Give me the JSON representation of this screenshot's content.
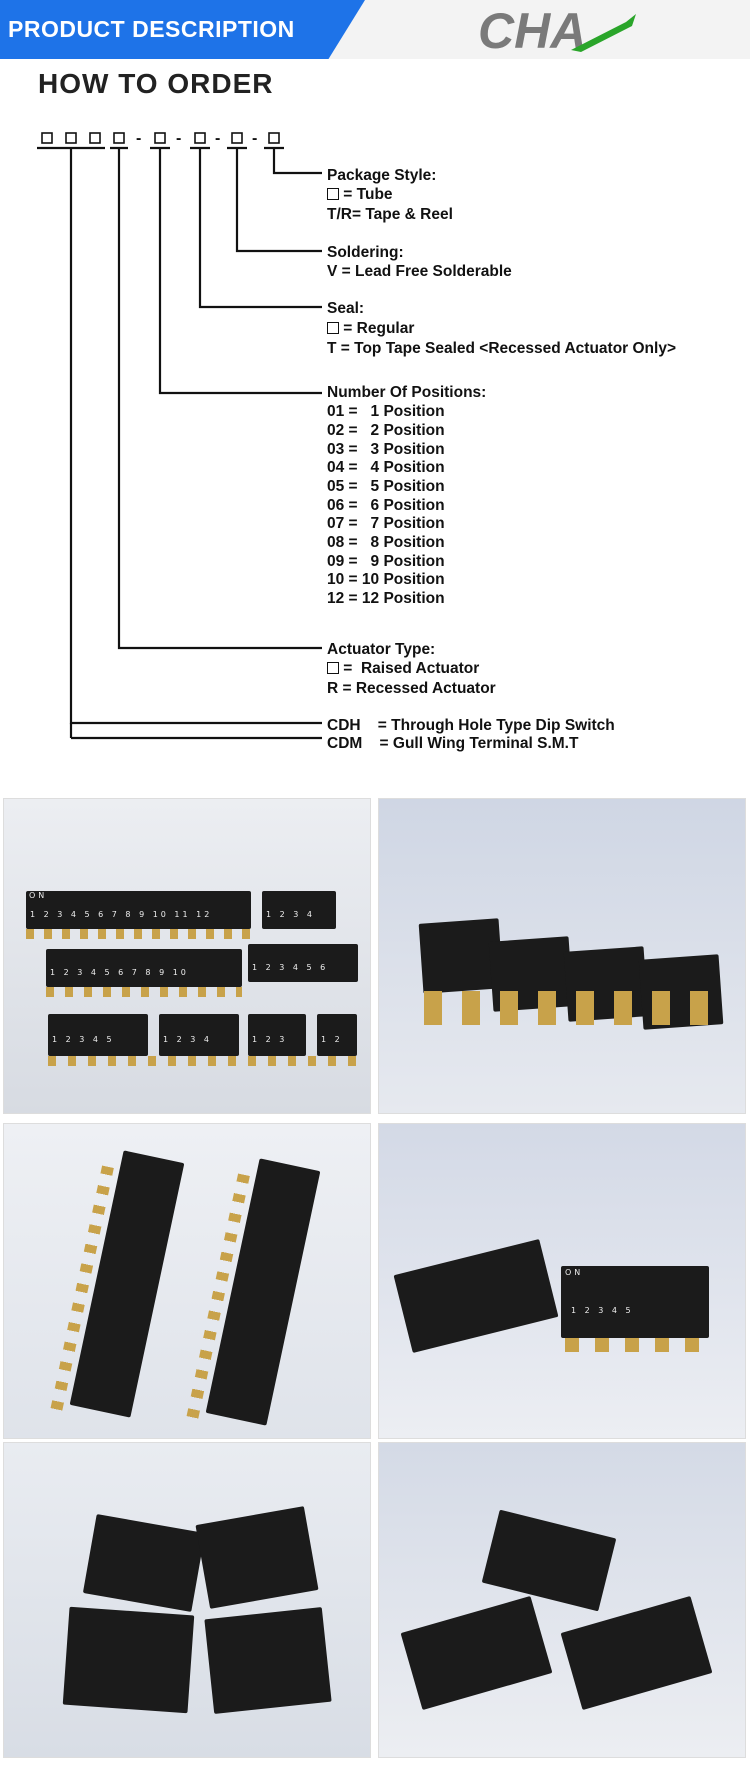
{
  "banner": {
    "title": "PRODUCT DESCRIPTION",
    "logo_text": "CHA"
  },
  "heading": "HOW TO ORDER",
  "code_separators": [
    "-",
    "-",
    "-",
    "-"
  ],
  "package_style": {
    "title": "Package Style:",
    "line1": " = Tube",
    "line2": "T/R= Tape & Reel"
  },
  "soldering": {
    "title": "Soldering:",
    "line1": "V = Lead Free Solderable"
  },
  "seal": {
    "title": "Seal:",
    "line1": " = Regular",
    "line2": "T = Top Tape Sealed <Recessed Actuator Only>"
  },
  "positions": {
    "title": "Number Of Positions:",
    "items": [
      "01 =   1 Position",
      "02 =   2 Position",
      "03 =   3 Position",
      "04 =   4 Position",
      "05 =   5 Position",
      "06 =   6 Position",
      "07 =   7 Position",
      "08 =   8 Position",
      "09 =   9 Position",
      "10 = 10 Position",
      "12 = 12 Position"
    ]
  },
  "actuator": {
    "title": "Actuator Type:",
    "line1": " =  Raised Actuator",
    "line2": "R = Recessed Actuator"
  },
  "type_cdh": "CDH    = Through Hole Type Dip Switch",
  "type_cdm": "CDM    = Gull Wing Terminal S.M.T",
  "photo_labels": {
    "on": "ON",
    "nums12": "1 2 3 4 5 6 7 8 9 10 11 12",
    "nums4": "1 2 3 4",
    "nums10": "1 2 3 4 5 6 7 8 9 10",
    "nums6": "1 2 3 4 5 6",
    "nums5": "1 2 3 4 5",
    "nums3": "1 2 3",
    "nums2": "1 2"
  },
  "colors": {
    "banner_blue": "#1e73e8",
    "logo_gray": "#7a7a7a",
    "logo_green": "#2aa52a",
    "chip": "#1b1b1b",
    "pin": "#c8a24a"
  }
}
